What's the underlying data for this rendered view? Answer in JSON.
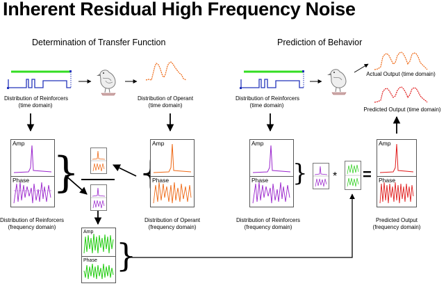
{
  "title": "Inherent Residual High Frequency Noise",
  "sections": {
    "left": "Determination of Transfer Function",
    "right": "Prediction of Behavior"
  },
  "labels": {
    "reinforcers_time": [
      "Distribution of Reinforcers",
      "(time domain)"
    ],
    "operant_time": [
      "Distribution of Operant",
      "(time domain)"
    ],
    "reinforcers_freq": [
      "Distribution of Reinforcers",
      "(frequency domain)"
    ],
    "operant_freq": [
      "Distribution of Operant",
      "(frequency domain)"
    ],
    "reinforcers_time_r": [
      "Distribution of Reinforcers",
      "(time domain)"
    ],
    "actual_output": "Actual Output (time domain)",
    "predicted_output_time": "Predicted Output (time domain)",
    "reinforcers_freq_r": [
      "Distribution of Reinforcers",
      "(frequency domain)"
    ],
    "predicted_output_freq": [
      "Predicted Output",
      "(frequency domain)"
    ]
  },
  "panel_labels": {
    "amp": "Amp",
    "phase": "Phase"
  },
  "symbols": {
    "multiply": "*",
    "equals": "="
  },
  "colors": {
    "reinforcer_trace": "#2233bb",
    "reinforcer_bar": "#33dd22",
    "operant": "#ee6611",
    "reinforcer_freq": "#9922cc",
    "transfer_freq": "#22cc11",
    "output": "#e01a1a",
    "bird": "#888888"
  },
  "icons": [
    "bird-icon",
    "arrow-icon",
    "brace-icon"
  ]
}
